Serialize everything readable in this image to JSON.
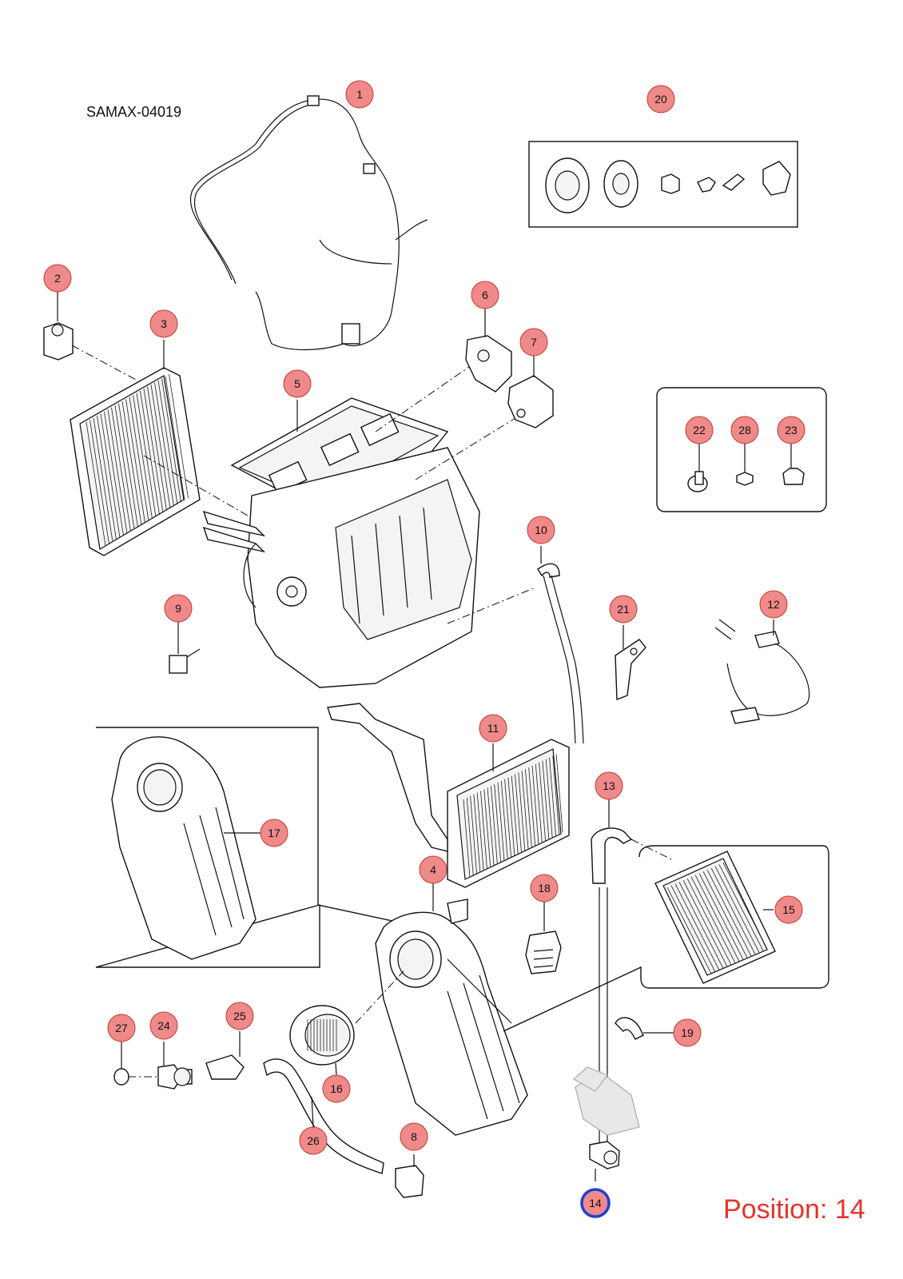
{
  "diagram_id": "SAMAX-04019",
  "position_label": "Position: 14",
  "highlight_color": "#1f3fd6",
  "callout_color": "#f08a8a",
  "callouts": [
    "1",
    "2",
    "3",
    "4",
    "5",
    "6",
    "7",
    "8",
    "9",
    "10",
    "11",
    "12",
    "13",
    "14",
    "15",
    "16",
    "17",
    "18",
    "19",
    "20",
    "21",
    "22",
    "23",
    "24",
    "25",
    "26",
    "27",
    "28"
  ],
  "selected_callout": "14"
}
